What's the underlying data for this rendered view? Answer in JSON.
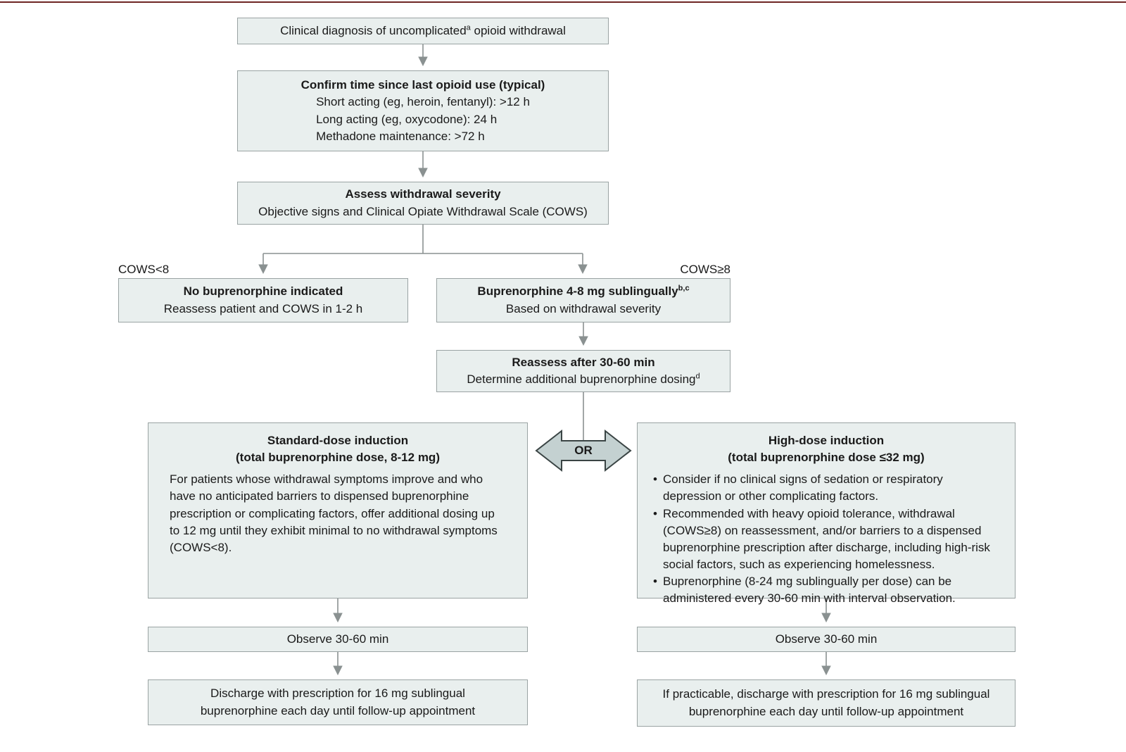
{
  "figure": {
    "colors": {
      "box_fill": "#e9efee",
      "box_border": "#9aa3a3",
      "connector": "#8a9191",
      "or_fill": "#c4d1d1",
      "or_border": "#3a4444",
      "top_line": "#6e2523"
    },
    "labels": {
      "cows_lt8": "COWS<8",
      "cows_ge8": "COWS≥8",
      "or": "OR"
    },
    "boxes": {
      "diagnosis": {
        "text_pre": "Clinical diagnosis of uncomplicated",
        "sup": "a",
        "text_post": " opioid withdrawal"
      },
      "confirm": {
        "title": "Confirm time since last opioid use (typical)",
        "lines": [
          "Short acting (eg, heroin, fentanyl): >12 h",
          "Long acting (eg, oxycodone): 24 h",
          "Methadone maintenance: >72 h"
        ]
      },
      "assess": {
        "title": "Assess withdrawal severity",
        "subtitle": "Objective signs and Clinical Opiate Withdrawal Scale (COWS)"
      },
      "no_buprenorphine": {
        "title": "No buprenorphine indicated",
        "subtitle": "Reassess patient and COWS in 1-2 h"
      },
      "buprenorphine": {
        "title_pre": "Buprenorphine 4-8 mg sublingually",
        "sup": "b,c",
        "subtitle": "Based on withdrawal severity"
      },
      "reassess": {
        "title": "Reassess after 30-60 min",
        "line_pre": "Determine additional buprenorphine dosing",
        "sup": "d"
      },
      "standard_dose": {
        "title_line1": "Standard-dose induction",
        "title_line2": "(total buprenorphine dose, 8-12 mg)",
        "body": "For patients whose withdrawal symptoms improve and who have no anticipated barriers to dispensed buprenorphine prescription or complicating factors, offer additional dosing up to 12 mg until they exhibit minimal to no withdrawal symptoms (COWS<8)."
      },
      "high_dose": {
        "title_line1": "High-dose induction",
        "title_line2": "(total buprenorphine dose ≤32 mg)",
        "bullets": [
          "Consider if no clinical signs of sedation or respiratory depression or other complicating factors.",
          "Recommended with heavy opioid tolerance, withdrawal (COWS≥8) on reassessment, and/or barriers to a dispensed buprenorphine prescription after discharge, including high-risk social factors, such as experiencing homelessness.",
          "Buprenorphine (8-24 mg sublingually per dose) can be administered every 30-60 min with interval observation."
        ]
      },
      "observe_left": {
        "text": "Observe 30-60 min"
      },
      "observe_right": {
        "text": "Observe 30-60 min"
      },
      "discharge_left": {
        "text": "Discharge with prescription for 16 mg sublingual buprenorphine each day until follow-up appointment"
      },
      "discharge_right": {
        "text": "If practicable, discharge with prescription for 16 mg sublingual buprenorphine each day until follow-up appointment"
      }
    }
  }
}
